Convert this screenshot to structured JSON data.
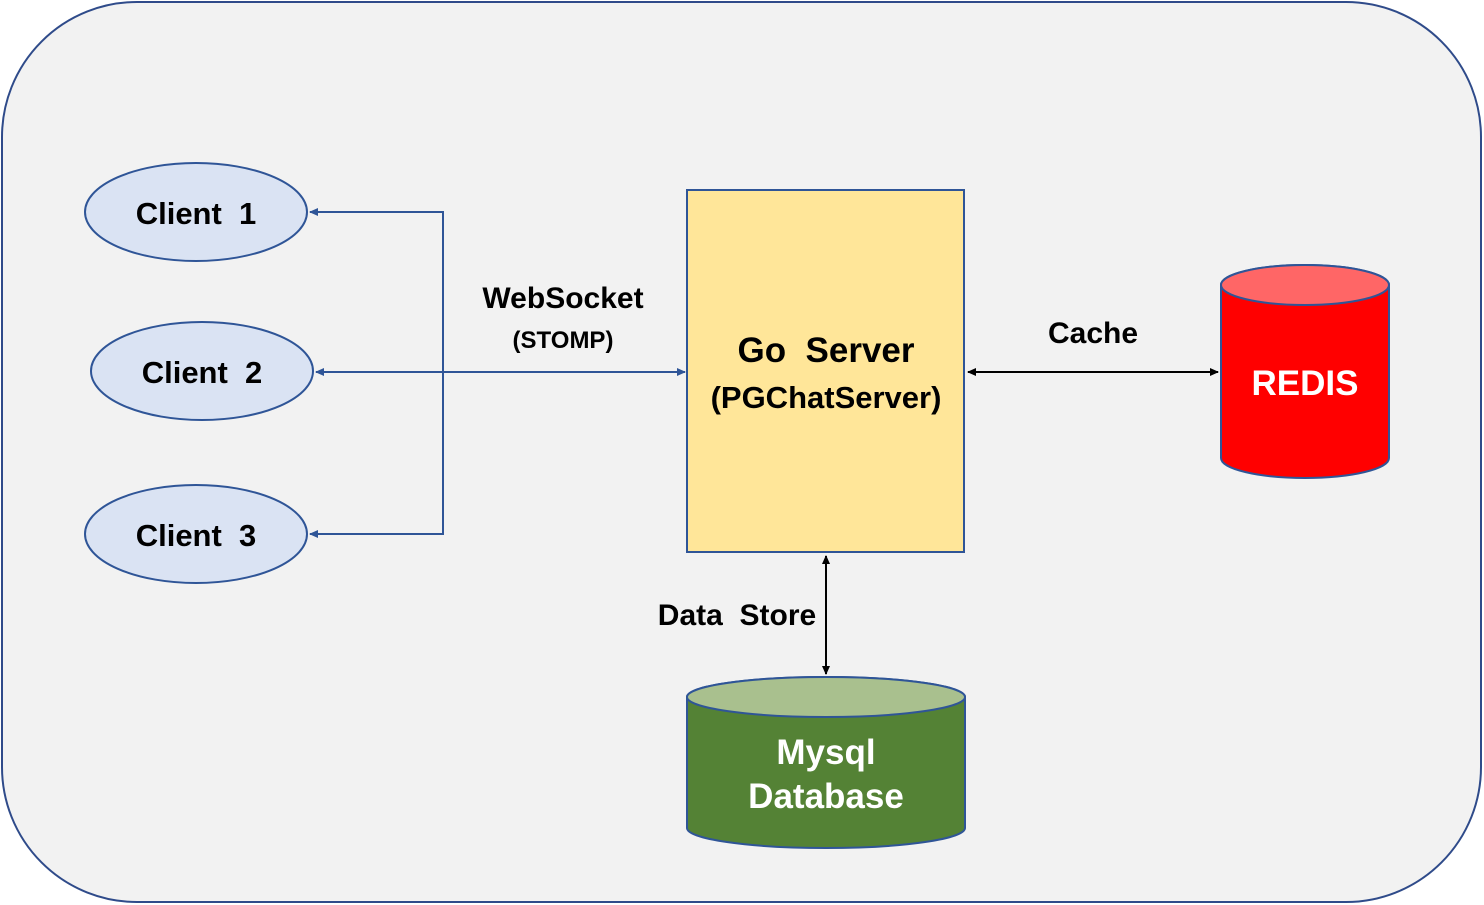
{
  "clients": [
    {
      "label": "Client  1"
    },
    {
      "label": "Client  2"
    },
    {
      "label": "Client  3"
    }
  ],
  "websocket": {
    "label": "WebSocket",
    "sublabel": "(STOMP)"
  },
  "server": {
    "title": "Go  Server",
    "subtitle": "(PGChatServer)"
  },
  "cache": {
    "label": "Cache"
  },
  "redis": {
    "label": "REDIS"
  },
  "datastore": {
    "label": "Data  Store"
  },
  "mysql": {
    "line1": "Mysql",
    "line2": "Database"
  },
  "colors": {
    "frame_fill": "#f2f2f2",
    "frame_stroke": "#2f4b8a",
    "client_fill": "#dae3f3",
    "client_stroke": "#2f5597",
    "server_fill": "#ffe699",
    "server_stroke": "#2f5597",
    "redis_body": "#ff0000",
    "redis_top": "#ff6666",
    "mysql_body": "#548235",
    "mysql_top": "#a9c08e",
    "connector_blue": "#2f5597",
    "connector_black": "#000000"
  }
}
